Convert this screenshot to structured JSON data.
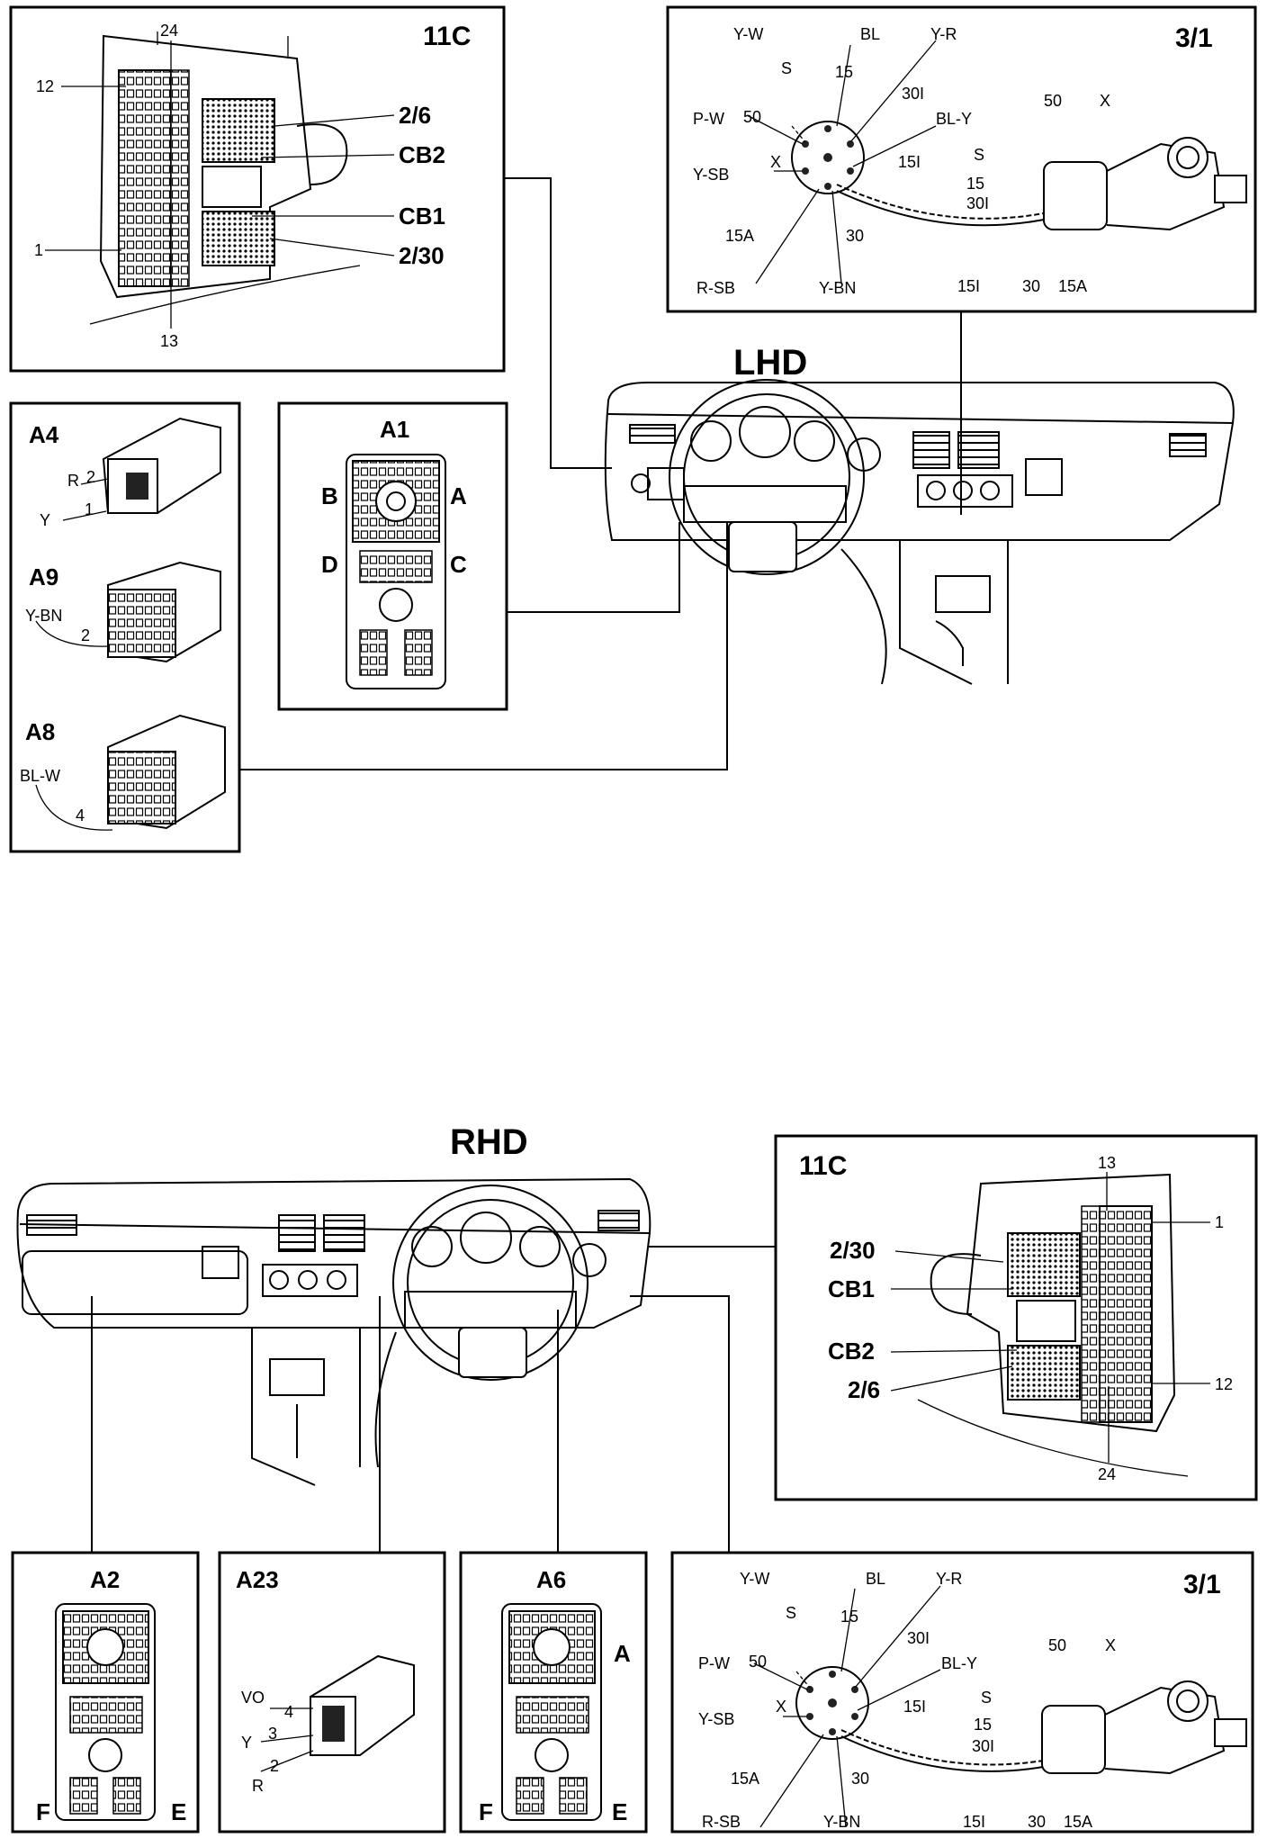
{
  "lhd": {
    "heading": "LHD",
    "fusebox": {
      "title": "11C",
      "labels": {
        "p24": "24",
        "p12": "12",
        "p1": "1",
        "p13": "13",
        "f26": "2/6",
        "cb2": "CB2",
        "cb1": "CB1",
        "f230": "2/30"
      }
    },
    "ignition": {
      "title": "3/1",
      "labels": {
        "yw": "Y-W",
        "s1": "S",
        "bl": "BL",
        "yr": "Y-R",
        "n15": "15",
        "n30i": "30I",
        "pw": "P-W",
        "n50": "50",
        "bly": "BL-Y",
        "x1": "X",
        "n15i": "15I",
        "ysb": "Y-SB",
        "n15a": "15A",
        "n30": "30",
        "rsb": "R-SB",
        "ybn": "Y-BN",
        "s2": "S",
        "n50b": "50",
        "x2": "X",
        "n15b": "15",
        "n30ib": "30I",
        "n15ib": "15I",
        "n30b": "30",
        "n15ab": "15A"
      }
    },
    "a1": {
      "title": "A1",
      "b": "B",
      "a": "A",
      "d": "D",
      "c": "C"
    },
    "connectors": {
      "a4": {
        "title": "A4",
        "w1": "R",
        "p1": "2",
        "w2": "Y",
        "p2": "1"
      },
      "a9": {
        "title": "A9",
        "w1": "Y-BN",
        "p1": "2"
      },
      "a8": {
        "title": "A8",
        "w1": "BL-W",
        "p1": "4"
      }
    }
  },
  "rhd": {
    "heading": "RHD",
    "fusebox": {
      "title": "11C",
      "labels": {
        "p13": "13",
        "p1": "1",
        "f230": "2/30",
        "cb1": "CB1",
        "cb2": "CB2",
        "f26": "2/6",
        "p12": "12",
        "p24": "24"
      }
    },
    "a2": {
      "title": "A2",
      "f": "F",
      "e": "E"
    },
    "a23": {
      "title": "A23",
      "w1": "VO",
      "p1": "4",
      "w2": "Y",
      "p2": "3",
      "w3": "R",
      "p3": "2"
    },
    "a6": {
      "title": "A6",
      "a": "A",
      "f": "F",
      "e": "E"
    },
    "ignition": {
      "title": "3/1",
      "labels": {
        "yw": "Y-W",
        "s1": "S",
        "bl": "BL",
        "yr": "Y-R",
        "n15": "15",
        "n30i": "30I",
        "pw": "P-W",
        "n50": "50",
        "bly": "BL-Y",
        "x1": "X",
        "n15i": "15I",
        "ysb": "Y-SB",
        "n15a": "15A",
        "n30": "30",
        "rsb": "R-SB",
        "ybn": "Y-BN",
        "s2": "S",
        "n50b": "50",
        "x2": "X",
        "n15b": "15",
        "n30ib": "30I",
        "n15ib": "15I",
        "n30b": "30",
        "n15ab": "15A"
      }
    }
  }
}
